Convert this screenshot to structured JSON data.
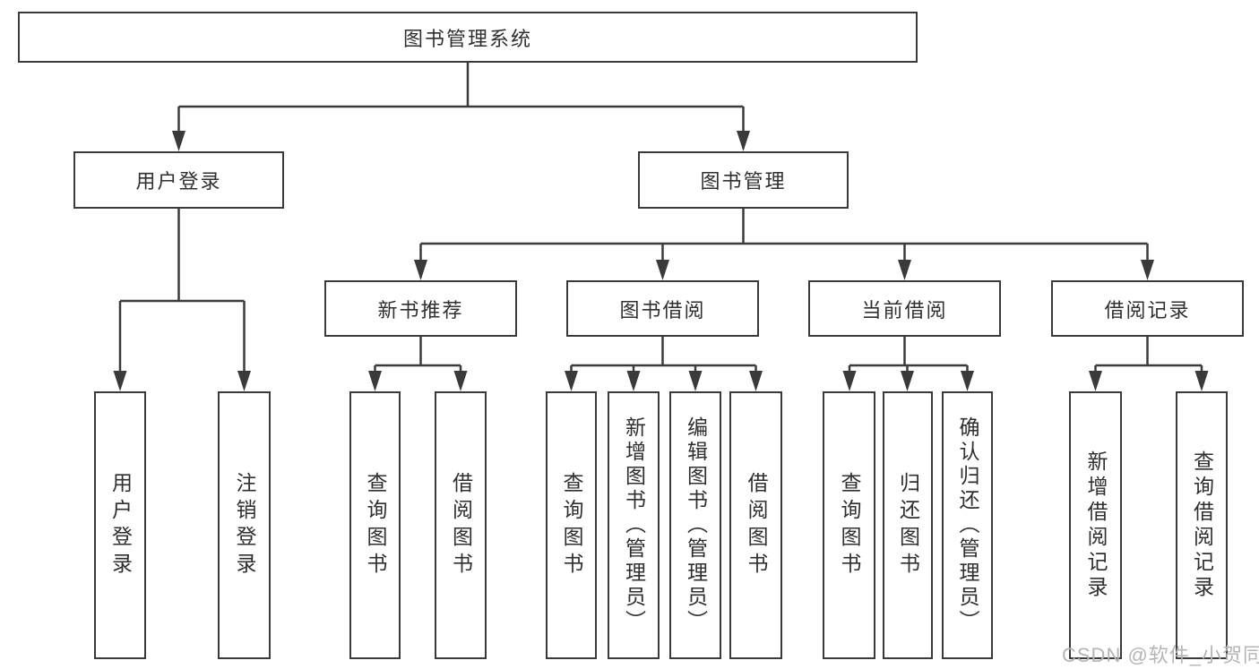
{
  "diagram": {
    "title": "图书管理系统",
    "watermark": "CSDN @软件_小贺同学",
    "colors": {
      "line": "#3a3a3a",
      "text": "#2f2f2f",
      "watermark": "#b5b5b5",
      "background": "#ffffff"
    },
    "nodes": {
      "root": {
        "label": "图书管理系统"
      },
      "user_login": {
        "label": "用户登录"
      },
      "book_mgmt": {
        "label": "图书管理"
      },
      "new_book_rec": {
        "label": "新书推荐"
      },
      "book_borrow": {
        "label": "图书借阅"
      },
      "current_borrow": {
        "label": "当前借阅"
      },
      "borrow_record": {
        "label": "借阅记录"
      },
      "leaf_user_login": {
        "label": "用户登录"
      },
      "leaf_logout": {
        "label": "注销登录"
      },
      "leaf_query_book_1": {
        "label": "查询图书"
      },
      "leaf_borrow_book_1": {
        "label": "借阅图书"
      },
      "leaf_query_book_2": {
        "label": "查询图书"
      },
      "leaf_add_book": {
        "label": "新增图书（管理员）"
      },
      "leaf_edit_book": {
        "label": "编辑图书（管理员）"
      },
      "leaf_borrow_book_2": {
        "label": "借阅图书"
      },
      "leaf_query_book_3": {
        "label": "查询图书"
      },
      "leaf_return_book": {
        "label": "归还图书"
      },
      "leaf_confirm_return": {
        "label": "确认归还（管理员）"
      },
      "leaf_add_borrow_record": {
        "label": "新增借阅记录"
      },
      "leaf_query_borrow_record": {
        "label": "查询借阅记录"
      }
    },
    "hierarchy": {
      "图书管理系统": {
        "用户登录": [
          "用户登录",
          "注销登录"
        ],
        "图书管理": {
          "新书推荐": [
            "查询图书",
            "借阅图书"
          ],
          "图书借阅": [
            "查询图书",
            "新增图书（管理员）",
            "编辑图书（管理员）",
            "借阅图书"
          ],
          "当前借阅": [
            "查询图书",
            "归还图书",
            "确认归还（管理员）"
          ],
          "借阅记录": [
            "新增借阅记录",
            "查询借阅记录"
          ]
        }
      }
    }
  }
}
